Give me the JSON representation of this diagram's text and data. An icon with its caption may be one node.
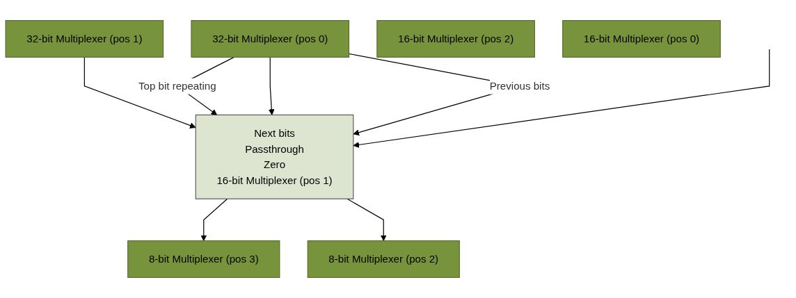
{
  "diagram": {
    "nodes": [
      {
        "text": [
          "32-bit Multiplexer (pos 1)"
        ]
      },
      {
        "text": [
          "32-bit Multiplexer (pos 0)"
        ]
      },
      {
        "text": [
          "16-bit Multiplexer (pos 2)"
        ]
      },
      {
        "text": [
          "Next bits",
          "Passthrough",
          "Zero",
          "16-bit Multiplexer (pos 1)"
        ]
      },
      {
        "text": [
          "16-bit Multiplexer (pos 0)"
        ]
      },
      {
        "text": [
          "8-bit Multiplexer (pos 3)"
        ]
      },
      {
        "text": [
          "8-bit Multiplexer (pos 2)"
        ]
      }
    ],
    "edges": [
      {
        "from": 0,
        "to": 3,
        "arrow": "to"
      },
      {
        "from": 1,
        "to": 3,
        "arrow": "to",
        "label": "Top bit repeating"
      },
      {
        "from": 1,
        "to": 3,
        "arrow": "to"
      },
      {
        "from": 1,
        "to": 3,
        "arrow": "to",
        "label": "Previous bits"
      },
      {
        "from": null,
        "to": 3,
        "arrow": "to"
      },
      {
        "from": 3,
        "to": 5,
        "arrow": "to"
      },
      {
        "from": 3,
        "to": 6,
        "arrow": "to"
      }
    ]
  }
}
